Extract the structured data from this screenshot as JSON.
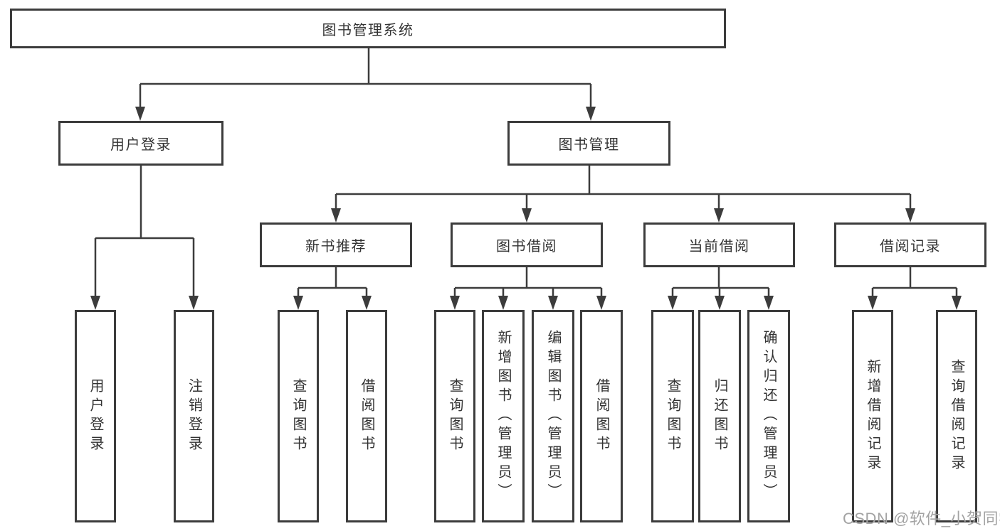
{
  "colors": {
    "line": "#3c3c3c",
    "box_border": "#3c3c3c",
    "text": "#333333",
    "watermark": "#a3a3a3",
    "background": "#ffffff"
  },
  "watermark": {
    "text": "CSDN @软件_小贺同学"
  },
  "tree": {
    "root": {
      "label": "图书管理系统"
    },
    "branches": [
      {
        "label": "用户登录",
        "children": [
          {
            "label": "用户登录"
          },
          {
            "label": "注销登录"
          }
        ]
      },
      {
        "label": "图书管理",
        "sections": [
          {
            "label": "新书推荐",
            "children": [
              {
                "label": "查询图书"
              },
              {
                "label": "借阅图书"
              }
            ]
          },
          {
            "label": "图书借阅",
            "children": [
              {
                "label": "查询图书"
              },
              {
                "label": "新增图书（管理员）"
              },
              {
                "label": "编辑图书（管理员）"
              },
              {
                "label": "借阅图书"
              }
            ]
          },
          {
            "label": "当前借阅",
            "children": [
              {
                "label": "查询图书"
              },
              {
                "label": "归还图书"
              },
              {
                "label": "确认归还（管理员）"
              }
            ]
          },
          {
            "label": "借阅记录",
            "children": [
              {
                "label": "新增借阅记录"
              },
              {
                "label": "查询借阅记录"
              }
            ]
          }
        ]
      }
    ]
  }
}
